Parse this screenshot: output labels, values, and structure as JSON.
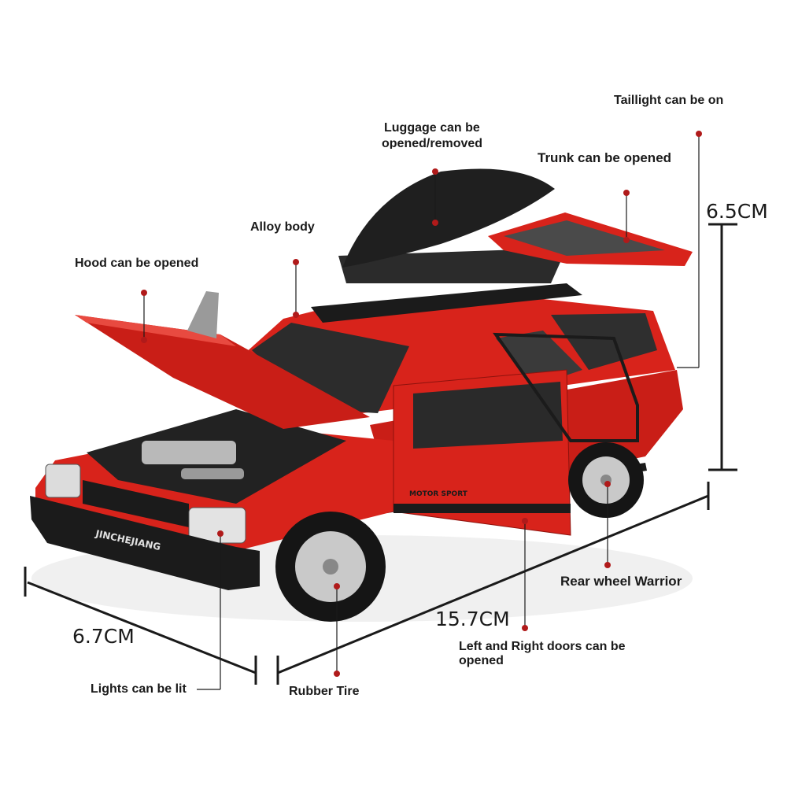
{
  "colors": {
    "body_red": "#d8231b",
    "dark_red": "#8e120d",
    "trim_black": "#1b1b1b",
    "rim_silver": "#c9c9c9",
    "glass": "#3a3a3a",
    "leader_dot": "#b01a1a"
  },
  "labels": {
    "taillight": "Taillight can be on",
    "luggage_line1": "Luggage can be",
    "luggage_line2": "opened/removed",
    "trunk": "Trunk can be opened",
    "alloy": "Alloy body",
    "hood": "Hood can be opened",
    "rear_wheel": "Rear wheel Warrior",
    "doors_line1": "Left and Right doors can be",
    "doors_line2": "opened",
    "lights": "Lights can be lit",
    "tire": "Rubber Tire"
  },
  "dimensions": {
    "height": "6.5CM",
    "width": "6.7CM",
    "length": "15.7CM"
  },
  "car": {
    "plate_text": "JINCHEJIANG",
    "side_text": "MOTOR SPORT"
  }
}
